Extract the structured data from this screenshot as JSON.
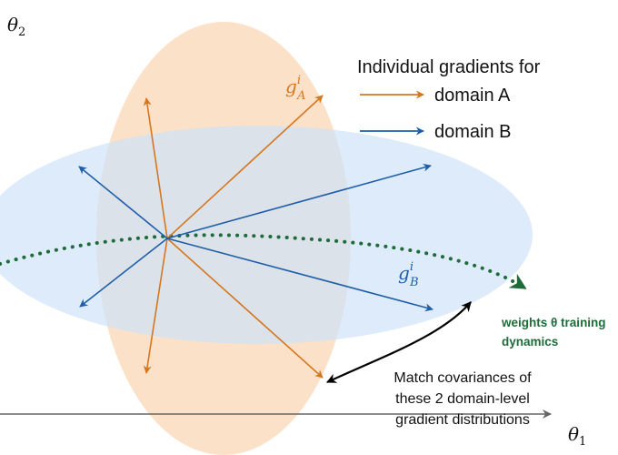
{
  "axes": {
    "y_label": "θ",
    "y_sub": "2",
    "x_label": "θ",
    "x_sub": "1"
  },
  "legend": {
    "title": "Individual gradients for",
    "items": [
      {
        "label": "domain A",
        "color": "#d4771f"
      },
      {
        "label": "domain B",
        "color": "#1f5ea8"
      }
    ]
  },
  "labels": {
    "gA_base": "g",
    "gA_sup": "i",
    "gA_sub": "A",
    "gB_base": "g",
    "gB_sup": "i",
    "gB_sub": "B",
    "weights_line1": "weights θ training",
    "weights_line2": "dynamics",
    "match_line1": "Match covariances of",
    "match_line2": "these 2 domain-level",
    "match_line3": "gradient distributions"
  },
  "colors": {
    "domain_a": "#d4771f",
    "domain_b": "#1f5ea8",
    "ellipse_a_fill": "#fbdcc0",
    "ellipse_b_fill": "#cfe3f8",
    "trajectory": "#1f6b3a",
    "axis": "#666666",
    "text": "#111111"
  }
}
